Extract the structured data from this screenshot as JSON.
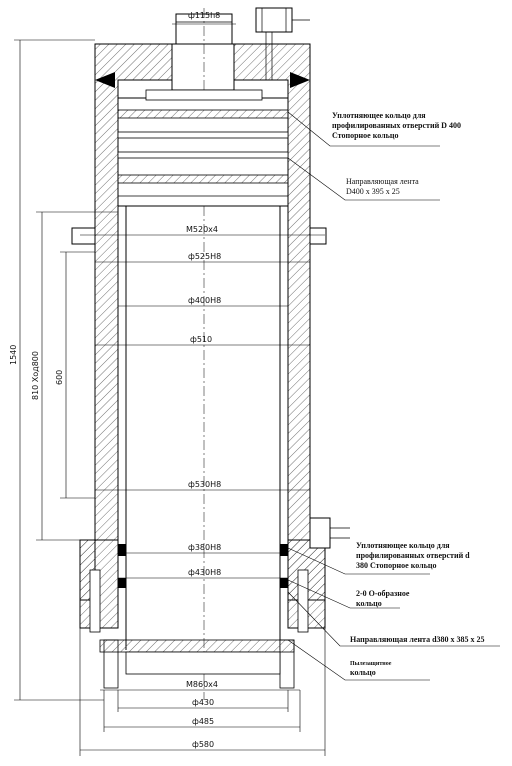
{
  "dimensions": {
    "top_bore": "ф115h8",
    "thread_upper": "M520x4",
    "dia_525": "ф525H8",
    "dia_400": "ф400H8",
    "dia_510": "ф510",
    "dia_530": "ф530H8",
    "dia_380": "ф380H8",
    "dia_430_inner": "ф430H8",
    "thread_lower": "M860x4",
    "dia_430": "ф430",
    "dia_485": "ф485",
    "dia_580": "ф580",
    "overall_height": "1540",
    "stroke": "810  Ход800",
    "guide_length": "600"
  },
  "callouts": [
    {
      "lines": [
        "Уплотняющее кольцо для",
        "профилированных отверстий D 400",
        "Стопорное кольцо"
      ]
    },
    {
      "lines": [
        "Направляющая лента",
        "D400 x 395 x 25"
      ]
    },
    {
      "lines": [
        "Уплотняющее кольцо для",
        "профилированных отверстий d",
        "380 Стопорное кольцо"
      ]
    },
    {
      "lines": [
        "2-0 О-образное",
        "кольцо"
      ]
    },
    {
      "lines": [
        "Направляющая лента d380 x 385 x 25"
      ]
    },
    {
      "lines": [
        "Пылезащитное",
        "кольцо"
      ]
    }
  ]
}
